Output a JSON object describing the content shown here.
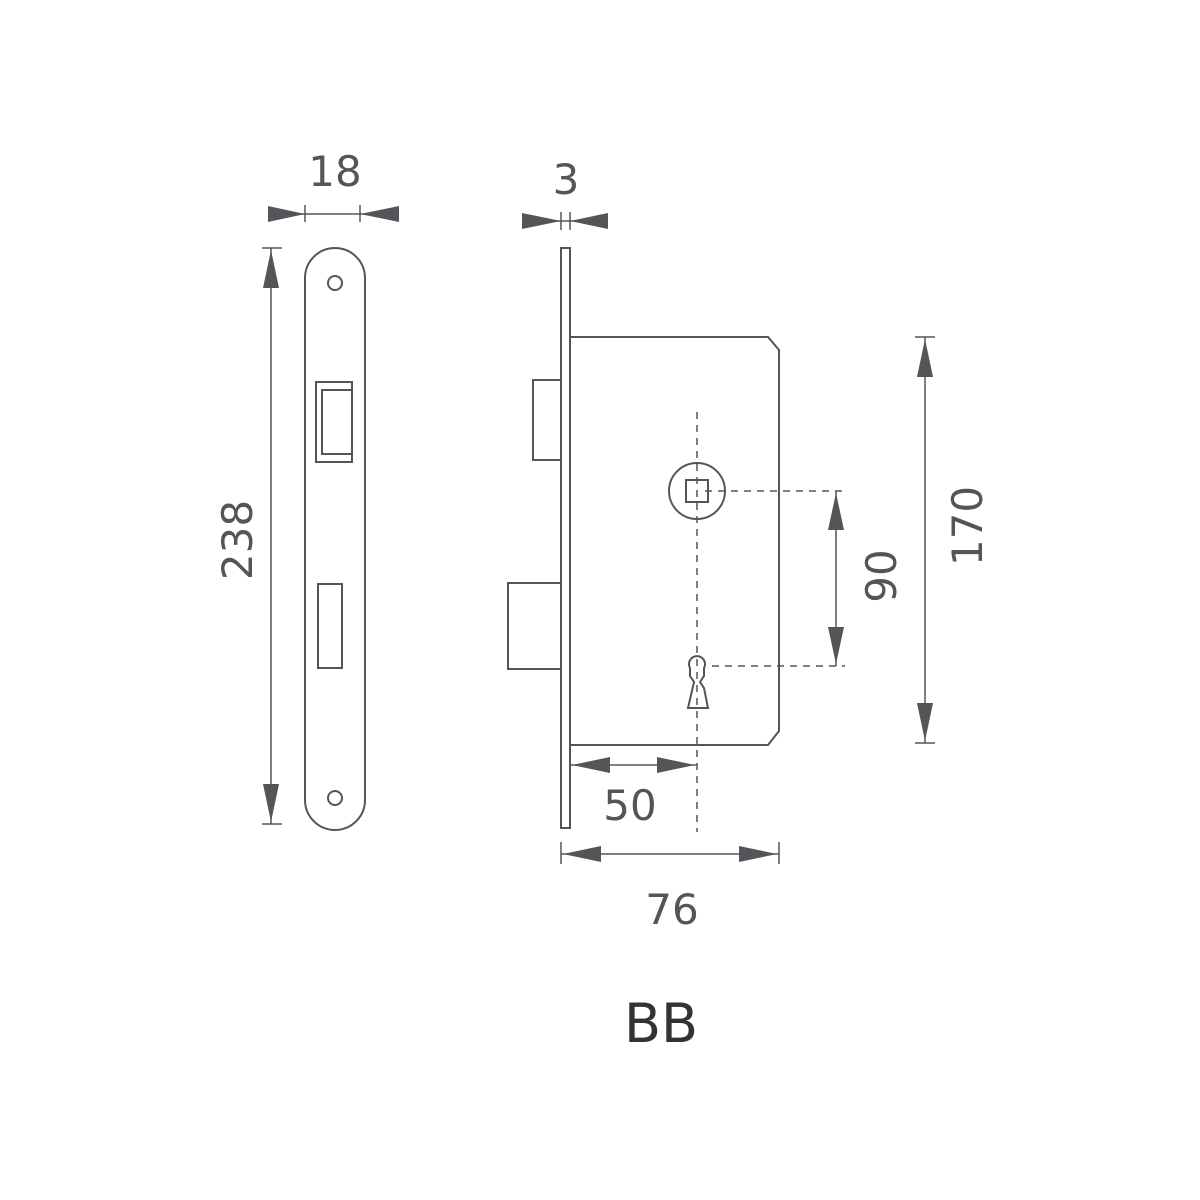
{
  "diagram": {
    "label": "BB",
    "dimensions": {
      "faceplate_width": "18",
      "faceplate_thickness": "3",
      "faceplate_height": "238",
      "case_height": "170",
      "handle_to_keyhole": "90",
      "backset": "50",
      "total_depth": "76"
    },
    "colors": {
      "stroke": "#555559",
      "label": "#333333",
      "background": "#ffffff"
    }
  }
}
